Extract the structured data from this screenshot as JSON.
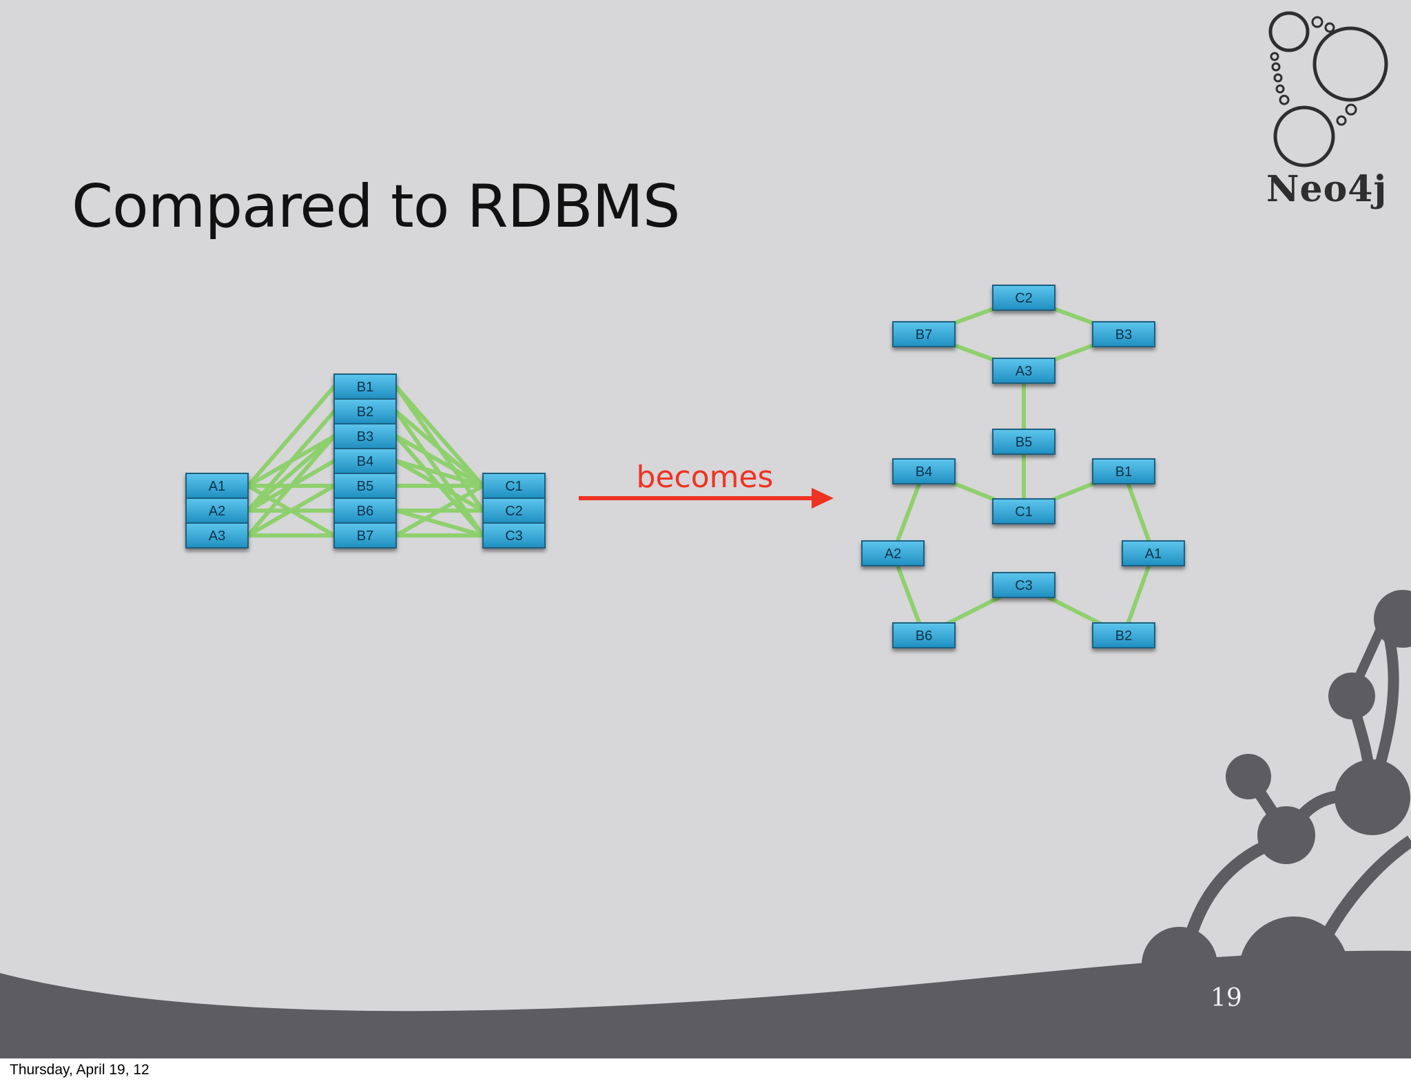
{
  "slide": {
    "title": "Compared to RDBMS",
    "logo_text": "Neo4j",
    "page_number": "19",
    "arrow_label": "becomes"
  },
  "footer": {
    "date": "Thursday, April 19, 12"
  },
  "colors": {
    "background": "#d7d6d8",
    "edge": "#8fd06e",
    "node": "#2aa4d4",
    "arrow": "#ee3322",
    "wave": "#5d5c60"
  },
  "tables": {
    "a": [
      "A1",
      "A2",
      "A3"
    ],
    "b": [
      "B1",
      "B2",
      "B3",
      "B4",
      "B5",
      "B6",
      "B7"
    ],
    "c": [
      "C1",
      "C2",
      "C3"
    ]
  },
  "table_links": [
    [
      "A1",
      "B1"
    ],
    [
      "A1",
      "B3"
    ],
    [
      "A1",
      "B5"
    ],
    [
      "A1",
      "B7"
    ],
    [
      "A2",
      "B2"
    ],
    [
      "A2",
      "B3"
    ],
    [
      "A2",
      "B4"
    ],
    [
      "A2",
      "B6"
    ],
    [
      "A3",
      "B3"
    ],
    [
      "A3",
      "B5"
    ],
    [
      "A3",
      "B7"
    ],
    [
      "B1",
      "C1"
    ],
    [
      "B1",
      "C2"
    ],
    [
      "B2",
      "C1"
    ],
    [
      "B2",
      "C3"
    ],
    [
      "B3",
      "C1"
    ],
    [
      "B3",
      "C3"
    ],
    [
      "B4",
      "C1"
    ],
    [
      "B4",
      "C2"
    ],
    [
      "B5",
      "C1"
    ],
    [
      "B6",
      "C2"
    ],
    [
      "B6",
      "C3"
    ],
    [
      "B7",
      "C1"
    ],
    [
      "B7",
      "C3"
    ]
  ],
  "graph": {
    "nodes": [
      "C2",
      "B7",
      "B3",
      "A3",
      "B5",
      "B4",
      "B1",
      "C1",
      "A2",
      "A1",
      "C3",
      "B6",
      "B2"
    ],
    "edges": [
      [
        "B7",
        "C2"
      ],
      [
        "C2",
        "B3"
      ],
      [
        "B7",
        "A3"
      ],
      [
        "A3",
        "B3"
      ],
      [
        "A3",
        "B5"
      ],
      [
        "B5",
        "C1"
      ],
      [
        "B4",
        "C1"
      ],
      [
        "C1",
        "B1"
      ],
      [
        "B4",
        "A2"
      ],
      [
        "A2",
        "B6"
      ],
      [
        "B6",
        "C3"
      ],
      [
        "C3",
        "B2"
      ],
      [
        "B2",
        "A1"
      ],
      [
        "A1",
        "B1"
      ]
    ]
  }
}
